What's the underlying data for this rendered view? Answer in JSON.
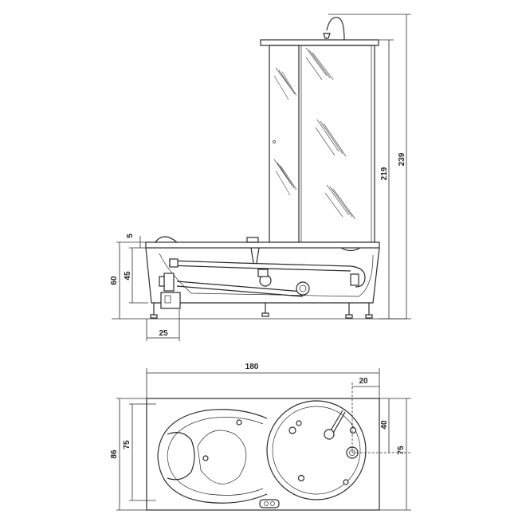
{
  "dimensions": {
    "side_view": {
      "top_gap": "5",
      "inner_height": "45",
      "total_height": "60",
      "leg_offset": "25",
      "screen_height": "219",
      "overall_height": "239"
    },
    "top_view": {
      "overall_length": "180",
      "drain_offset": "20",
      "inner_width": "75",
      "overall_width": "86",
      "faucet_offset": "40",
      "right_width": "75"
    }
  }
}
